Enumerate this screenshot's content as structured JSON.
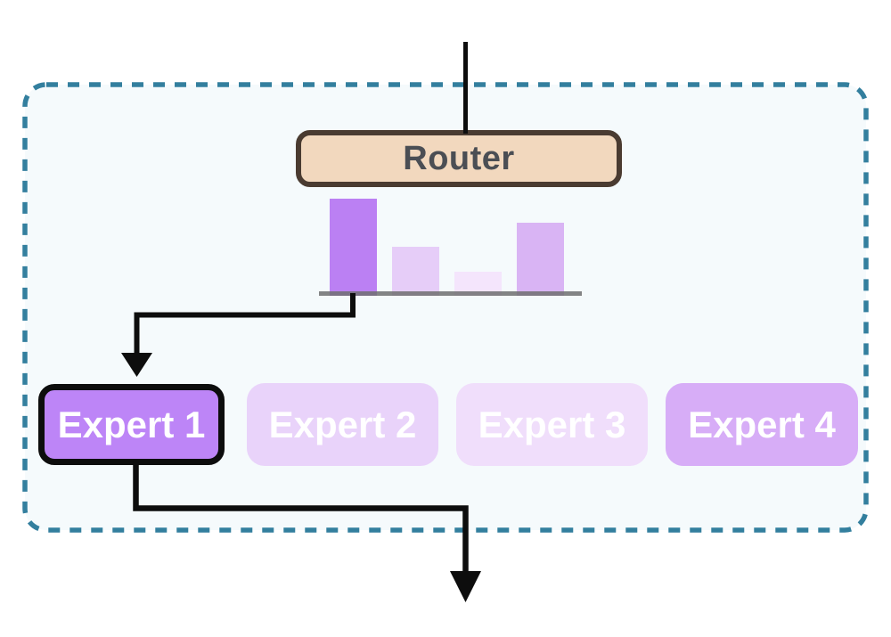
{
  "page": {
    "background": "#ffffff"
  },
  "boundary": {
    "background": "#f5fafc",
    "border_color": "#337f9e",
    "border_style": "dashed"
  },
  "router": {
    "label": "Router",
    "fill": "#f2d8be",
    "border_color": "#4a3b31",
    "text_color": "#4b4e54"
  },
  "experts": {
    "text_color": "#ffffff",
    "selected_border_color": "#0d0d0d",
    "items": [
      {
        "label": "Expert 1",
        "fill": "#bd85f7",
        "selected": true
      },
      {
        "label": "Expert 2",
        "fill": "#e9d3fa",
        "selected": false
      },
      {
        "label": "Expert 3",
        "fill": "#f0defb",
        "selected": false
      },
      {
        "label": "Expert 4",
        "fill": "#d7adf7",
        "selected": false
      }
    ]
  },
  "arrows": {
    "color": "#0d0d0d"
  },
  "chart_data": {
    "type": "bar",
    "title": "",
    "xlabel": "",
    "ylabel": "",
    "categories": [
      "Expert 1",
      "Expert 2",
      "Expert 3",
      "Expert 4"
    ],
    "values": [
      0.4,
      0.2,
      0.1,
      0.3
    ],
    "ylim": [
      0,
      0.4
    ],
    "grid": false,
    "legend": false,
    "axes_shown": false,
    "bar_colors": [
      "#bb80f3",
      "#e6cdf8",
      "#f4e5fc",
      "#d9b4f4"
    ],
    "baseline_color": "#6e6e70"
  }
}
